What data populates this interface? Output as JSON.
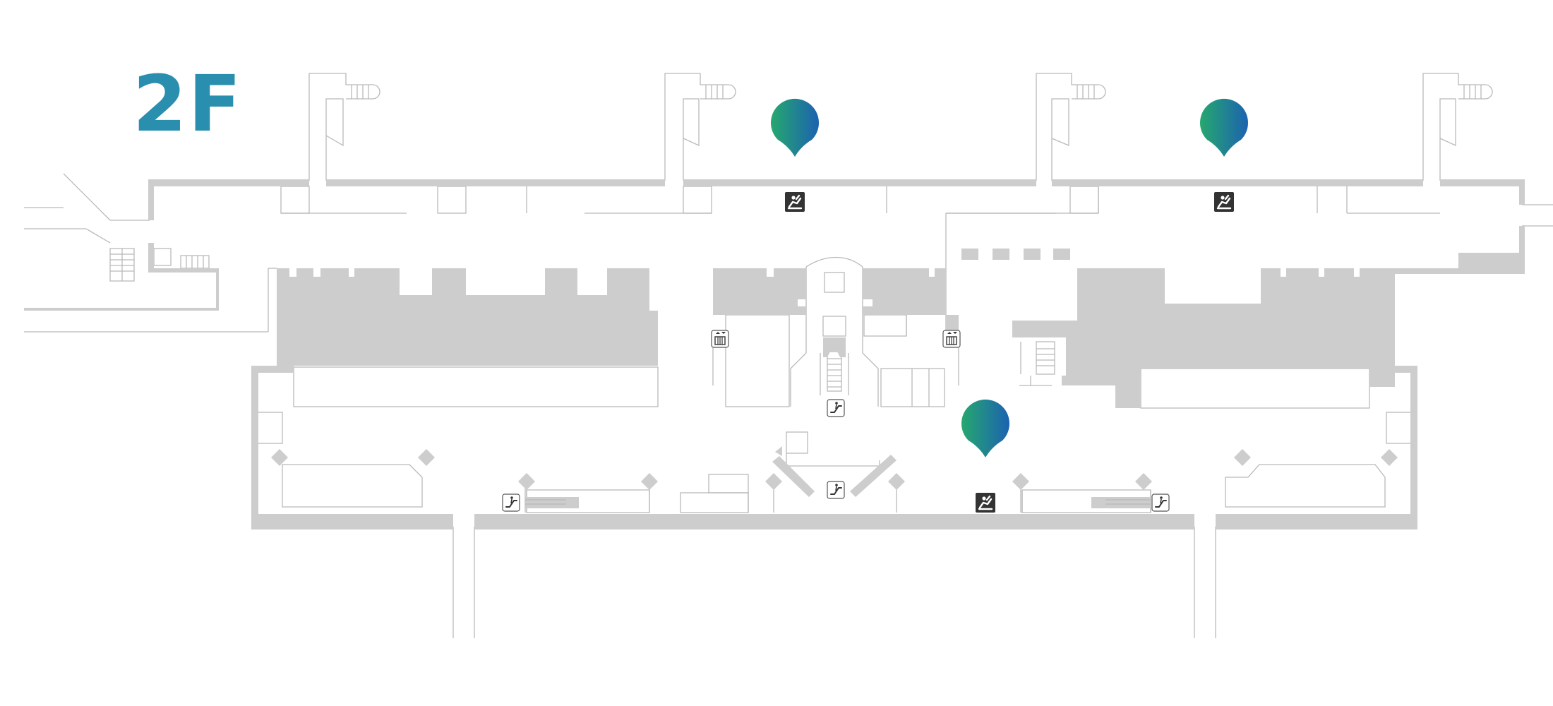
{
  "floor": {
    "label": "2F",
    "label_color": "#2a8fae"
  },
  "colors": {
    "wall_fill": "#cdcdcd",
    "line": "#b9b9b9",
    "background": "#ffffff",
    "pin_gradient_start": "#26a86f",
    "pin_gradient_end": "#1c62b0",
    "icon_bg": "#333333",
    "icon_fg": "#ffffff"
  },
  "pins": [
    {
      "name": "highlighted-massage-chair-pin-north-center",
      "icon": "massage-chair-icon"
    },
    {
      "name": "highlighted-massage-chair-pin-north-east",
      "icon": "massage-chair-icon"
    },
    {
      "name": "highlighted-massage-chair-pin-south-center",
      "icon": "massage-chair-icon"
    }
  ],
  "facility_icons": [
    {
      "name": "elevator-icon-west",
      "type": "elevator-icon"
    },
    {
      "name": "elevator-icon-east",
      "type": "elevator-icon"
    },
    {
      "name": "escalator-icon-center-upper",
      "type": "escalator-icon"
    },
    {
      "name": "escalator-icon-center-lower",
      "type": "escalator-icon"
    },
    {
      "name": "escalator-icon-south-west",
      "type": "escalator-icon"
    },
    {
      "name": "escalator-icon-south-east",
      "type": "escalator-icon"
    }
  ]
}
